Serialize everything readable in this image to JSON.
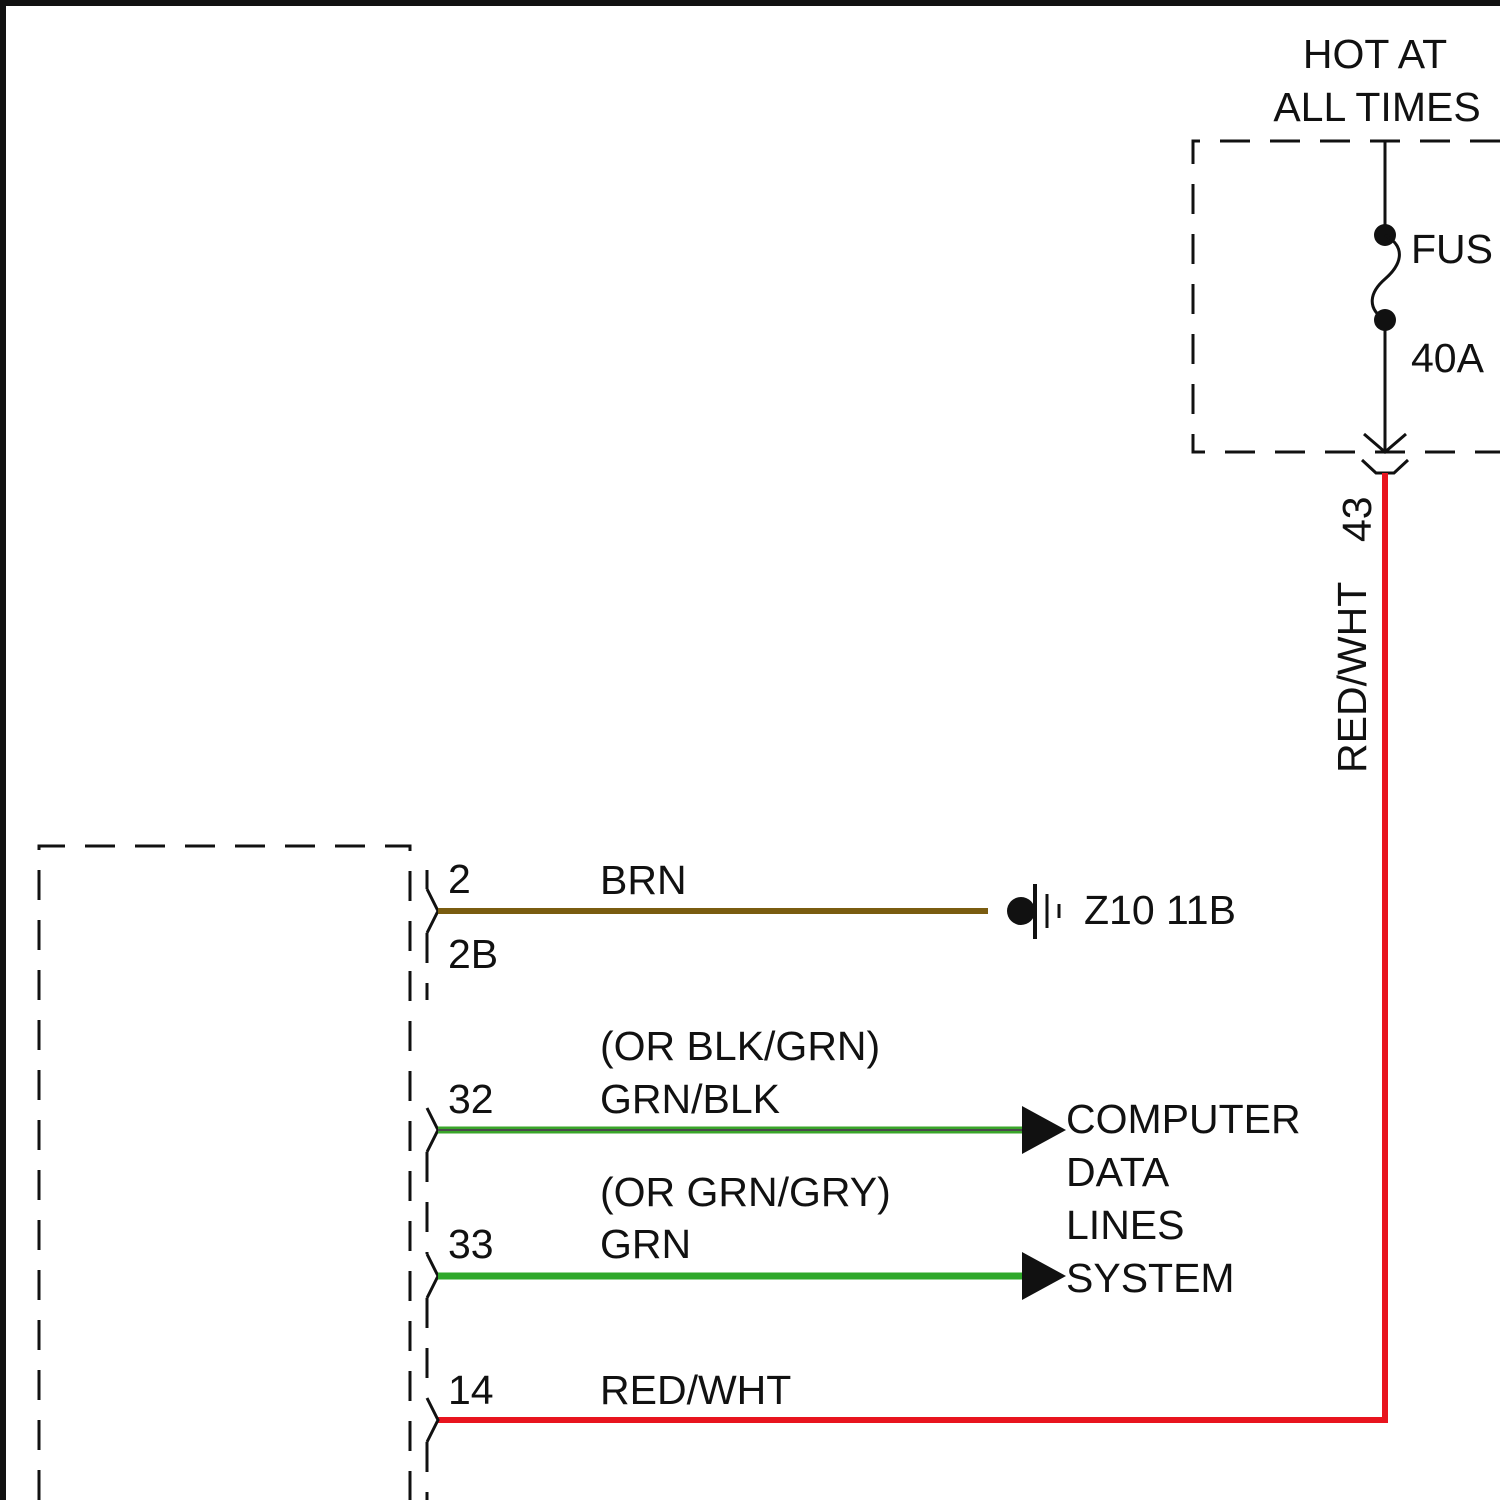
{
  "power_source": {
    "label_line1": "HOT AT",
    "label_line2": "ALL TIMES"
  },
  "fuse": {
    "label": "FUS",
    "rating": "40A"
  },
  "feed_wire": {
    "connector_pin": "43",
    "color_label": "RED/WHT",
    "color": "#e8141e"
  },
  "module_pins": [
    {
      "pin": "2",
      "connector": "2B",
      "color_label": "BRN",
      "color": "#7a5c10",
      "alt_label": "",
      "destination": "ground"
    },
    {
      "pin": "32",
      "connector": "",
      "color_label": "GRN/BLK",
      "alt_label": "(OR BLK/GRN)",
      "color": "#3aa52a",
      "stripe_color": "#4a4a4a",
      "destination": "computer-data-lines"
    },
    {
      "pin": "33",
      "connector": "",
      "color_label": "GRN",
      "alt_label": "(OR GRN/GRY)",
      "color": "#2fa82a",
      "destination": "computer-data-lines"
    },
    {
      "pin": "14",
      "connector": "",
      "color_label": "RED/WHT",
      "alt_label": "",
      "color": "#e8141e",
      "destination": "fuse-feed"
    }
  ],
  "ground": {
    "label": "Z10 11B"
  },
  "destination_system": {
    "lines": [
      "COMPUTER",
      "DATA",
      "LINES",
      "SYSTEM"
    ]
  },
  "colors": {
    "outline": "#111111",
    "background": "#ffffff"
  }
}
